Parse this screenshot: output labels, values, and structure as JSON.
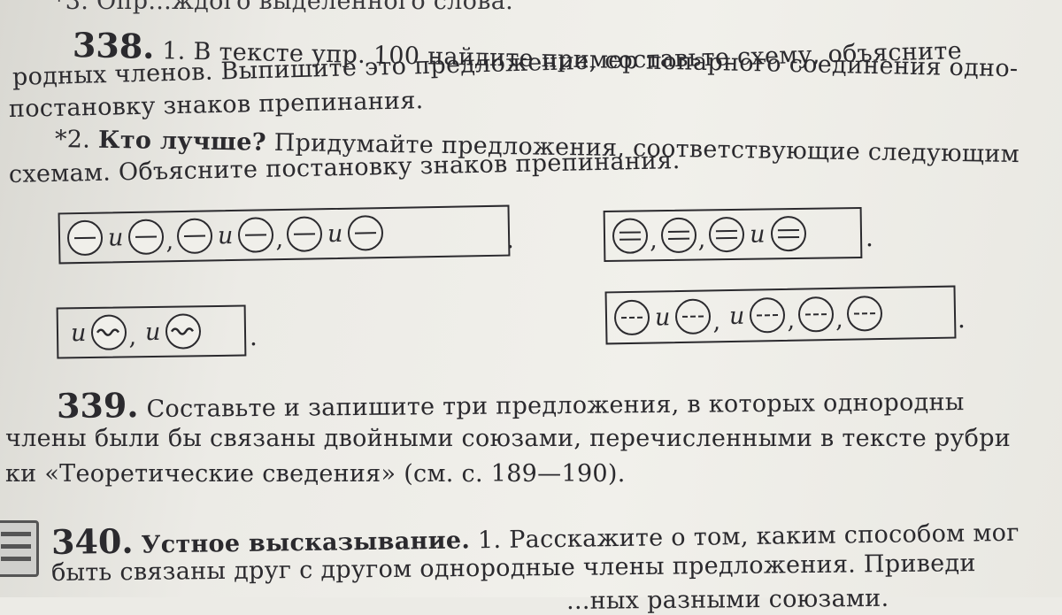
{
  "top_cut_line": "*3. Опр...ждого выделенного слова.",
  "ex338": {
    "number": "338.",
    "part1_lines": [
      "1. В тексте упр. 100 найдите пример попарного соединения одно-",
      "родных членов. Выпишите это предложение, составьте схему, объясните",
      "постановку знаков препинания."
    ],
    "part2_marker": "*2.",
    "part2_bold": "Кто лучше?",
    "part2_lines": [
      "Придумайте предложения, соответствующие следующим",
      "схемам. Объясните постановку знаков препинания."
    ]
  },
  "schemes": {
    "conj": "и",
    "comma": ",",
    "period": "."
  },
  "ex339": {
    "number": "339.",
    "lines": [
      "Составьте и запишите три предложения, в которых однородны",
      "члены были бы связаны двойными союзами, перечисленными в тексте рубри",
      "ки «Теоретические сведения» (см. с. 189—190)."
    ]
  },
  "ex340": {
    "number": "340.",
    "bold": "Устное высказывание.",
    "lines": [
      "1. Расскажите о том, каким способом мог",
      "быть связаны друг с другом однородные члены предложения. Приведи",
      "...ных разными союзами."
    ],
    "icon": "book-stack-icon"
  }
}
